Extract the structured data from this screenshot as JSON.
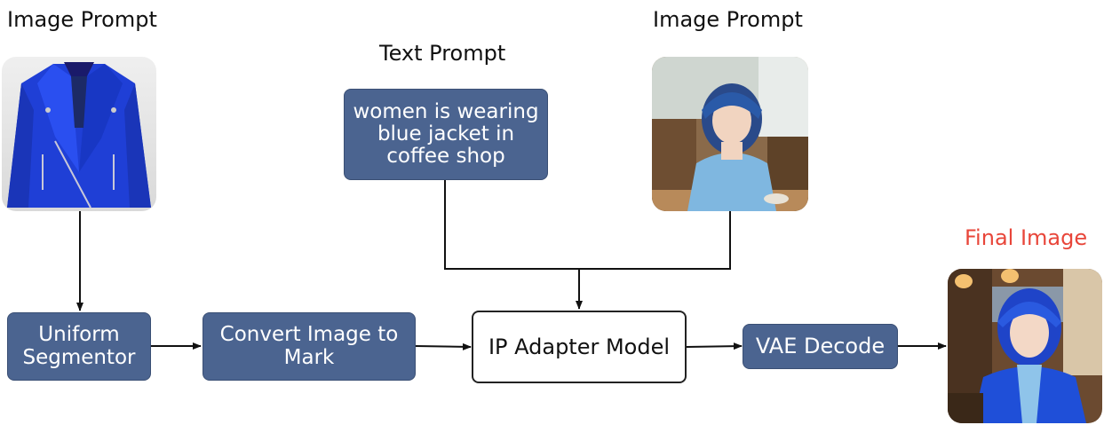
{
  "labels": {
    "image_prompt_left": "Image Prompt",
    "text_prompt": "Text Prompt",
    "image_prompt_right": "Image Prompt",
    "final_image": "Final Image"
  },
  "text_prompt_box": "women is wearing blue jacket in coffee shop",
  "nodes": {
    "uniform_segmentor": "Uniform Segmentor",
    "convert_image": "Convert Image to Mark",
    "ip_adapter": "IP Adapter Model",
    "vae_decode": "VAE Decode"
  },
  "colors": {
    "node_fill": "#4b6490",
    "final_label": "#e8463a",
    "jacket_blue": "#1f3fd6"
  },
  "icons": [
    "jacket-image",
    "woman-cafe-image",
    "final-woman-image"
  ]
}
